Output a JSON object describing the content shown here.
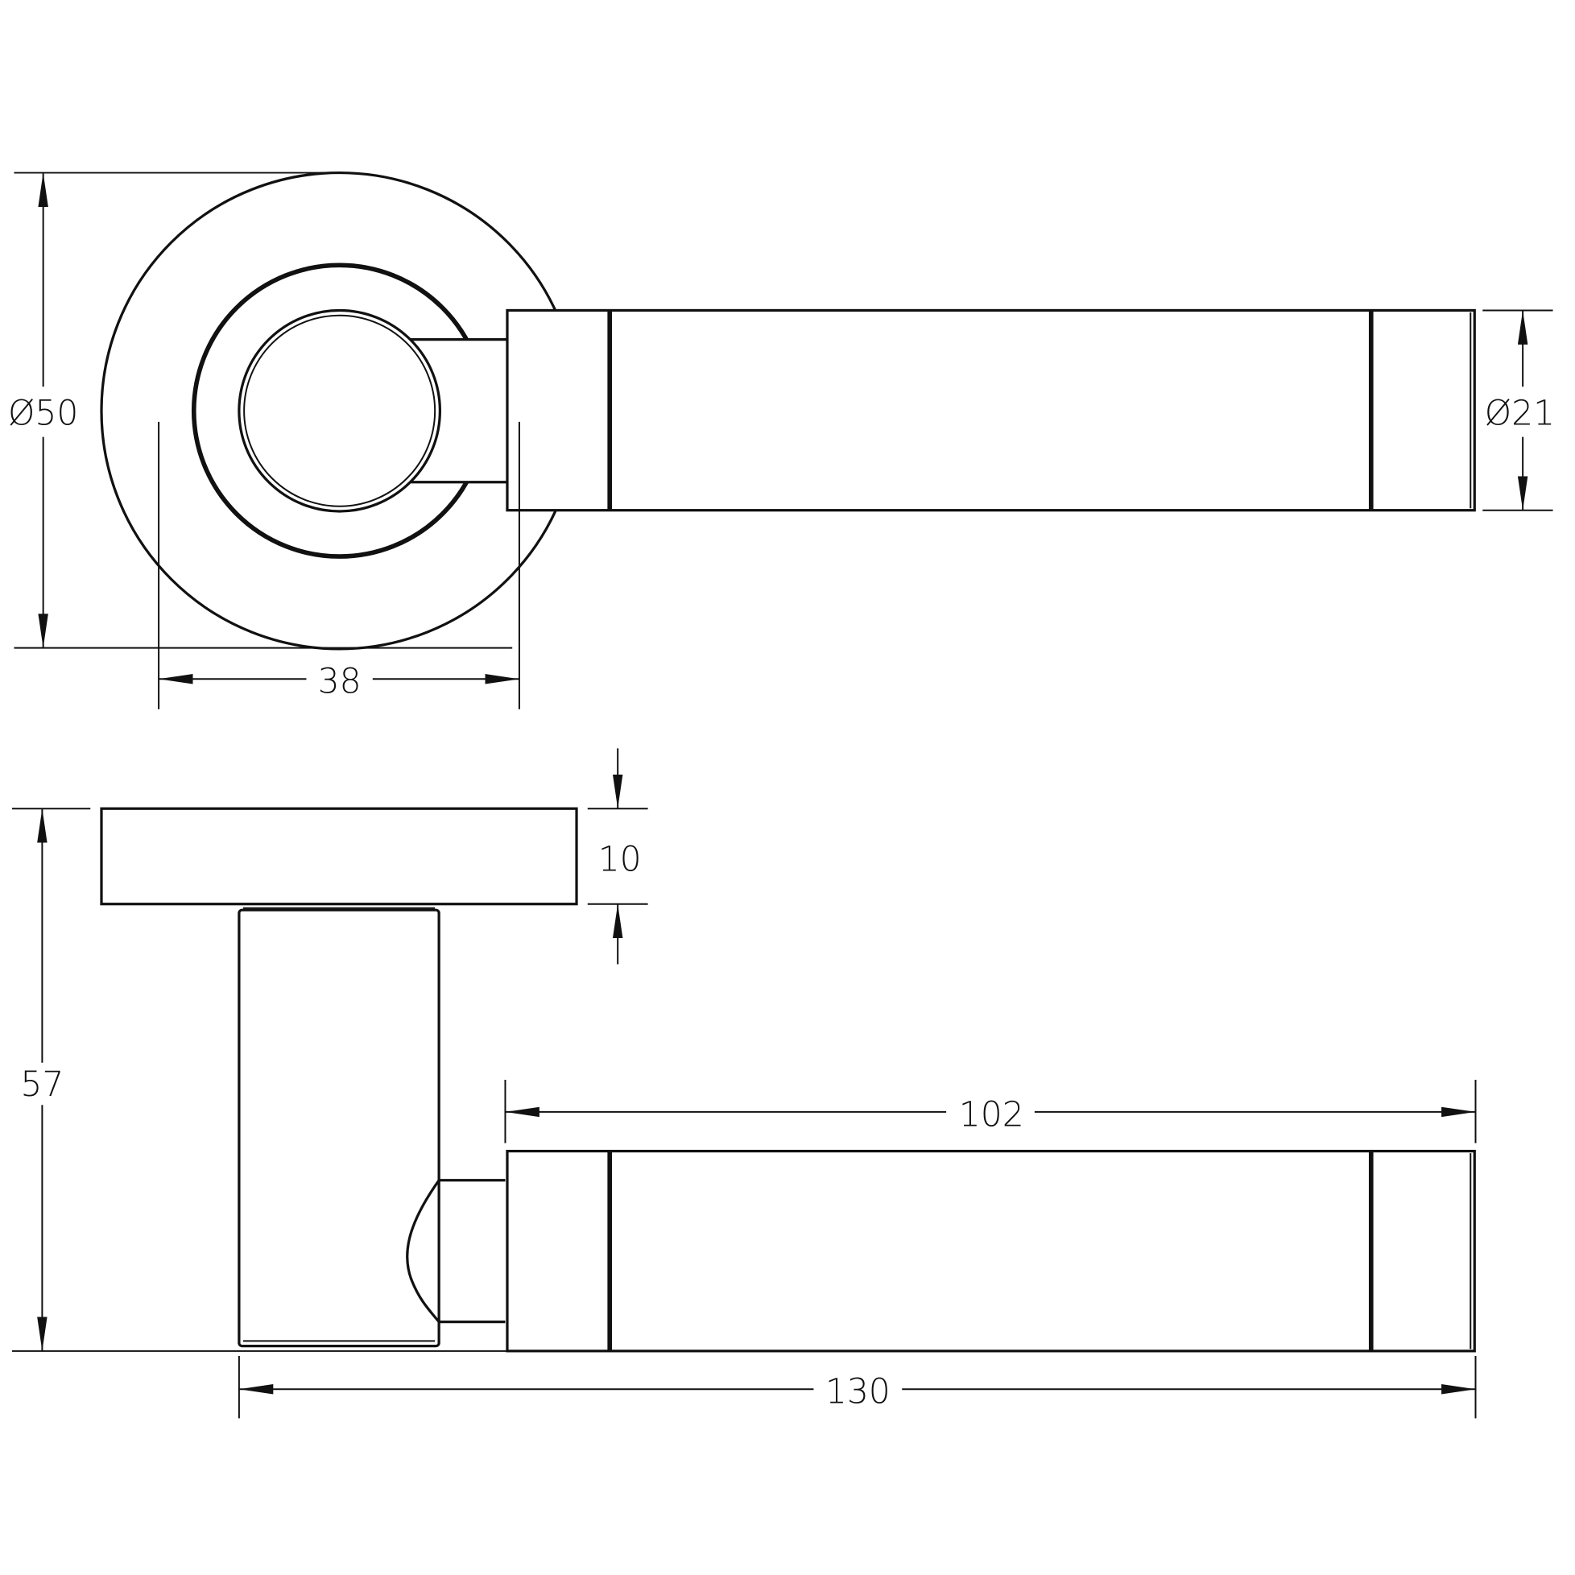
{
  "drawing": {
    "title": "Lever handle on round rose - dimensioned drawing",
    "units": "mm",
    "line_color": "#111111",
    "background": "#ffffff"
  },
  "dimensions": {
    "rose_diameter": "Ø50",
    "lever_diameter": "Ø21",
    "rose_to_lever_offset": "38",
    "rose_thickness": "10",
    "projection": "57",
    "lever_length": "102",
    "overall_length": "130"
  }
}
